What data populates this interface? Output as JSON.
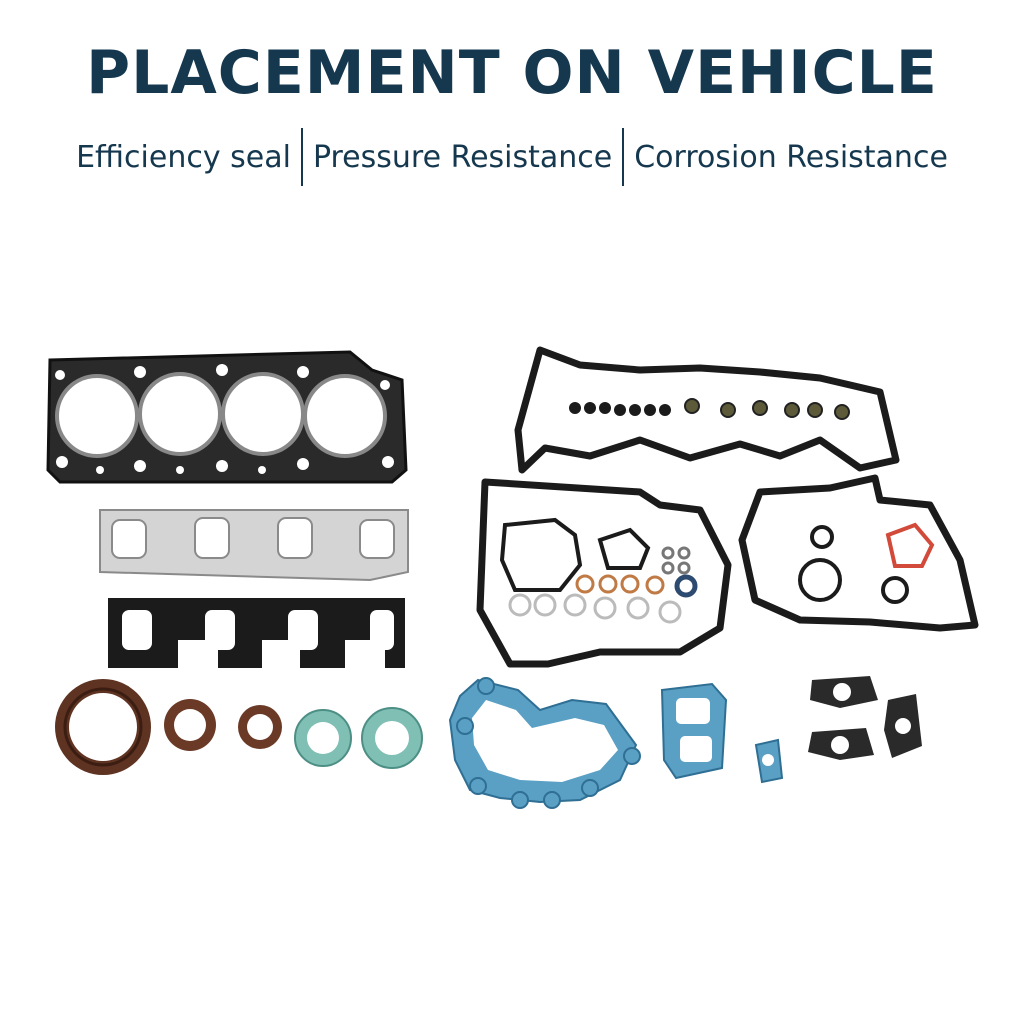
{
  "header": {
    "title": "PLACEMENT ON VEHICLE",
    "features": [
      "Efficiency seal",
      "Pressure Resistance",
      "Corrosion Resistance"
    ]
  },
  "colors": {
    "heading": "#16384f",
    "gasket_black": "#1b1b1b",
    "steel": "#c9c9c9",
    "blue_gasket": "#5a9fc4",
    "seal_brown": "#6b3a26",
    "green_gasket": "#7fbfb4"
  },
  "product_image": {
    "name": "full engine gasket kit photo"
  }
}
